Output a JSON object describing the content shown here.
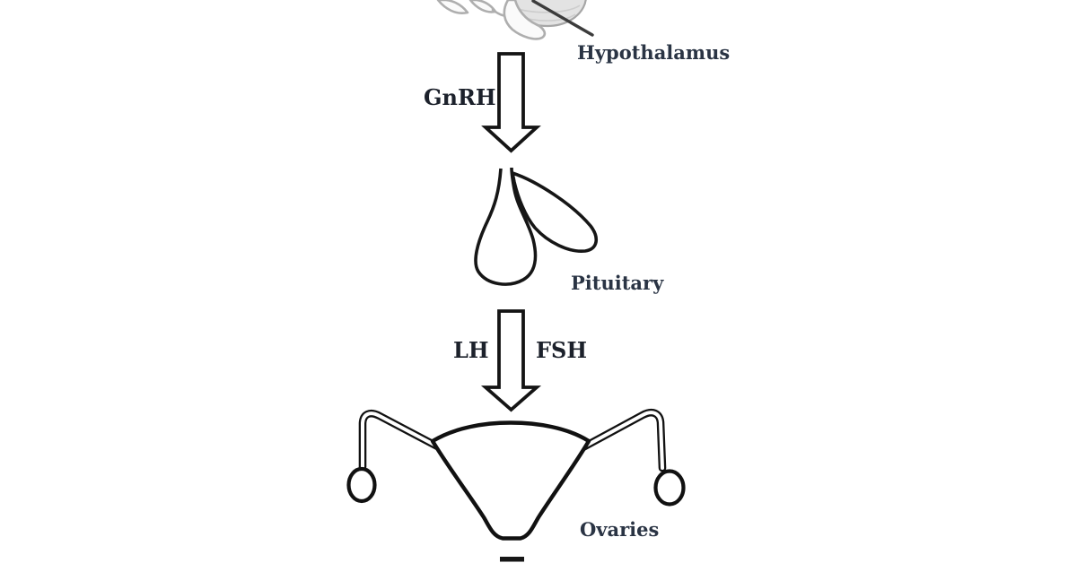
{
  "figure": {
    "description": "Hormonal axis flow diagram: hypothalamus to pituitary to ovaries",
    "labels": {
      "hypothalamus": "Hypothalamus",
      "gnrh": "GnRH",
      "pituitary": "Pituitary",
      "lh": "LH",
      "fsh": "FSH",
      "ovaries": "Ovaries"
    },
    "flow": [
      {
        "from": "Hypothalamus",
        "hormone": "GnRH",
        "to": "Pituitary"
      },
      {
        "from": "Pituitary",
        "hormone": "LH, FSH",
        "to": "Ovaries"
      }
    ],
    "colors": {
      "background": "#ffffff",
      "outline": "#161616",
      "hormone_label_text": "#1c212b",
      "organ_label_text": "#2a3444",
      "brain_sketch_stroke": "#aeaeae",
      "brain_sketch_fill": "#e3e3e3",
      "pointer_line": "#3c3c3c"
    }
  }
}
